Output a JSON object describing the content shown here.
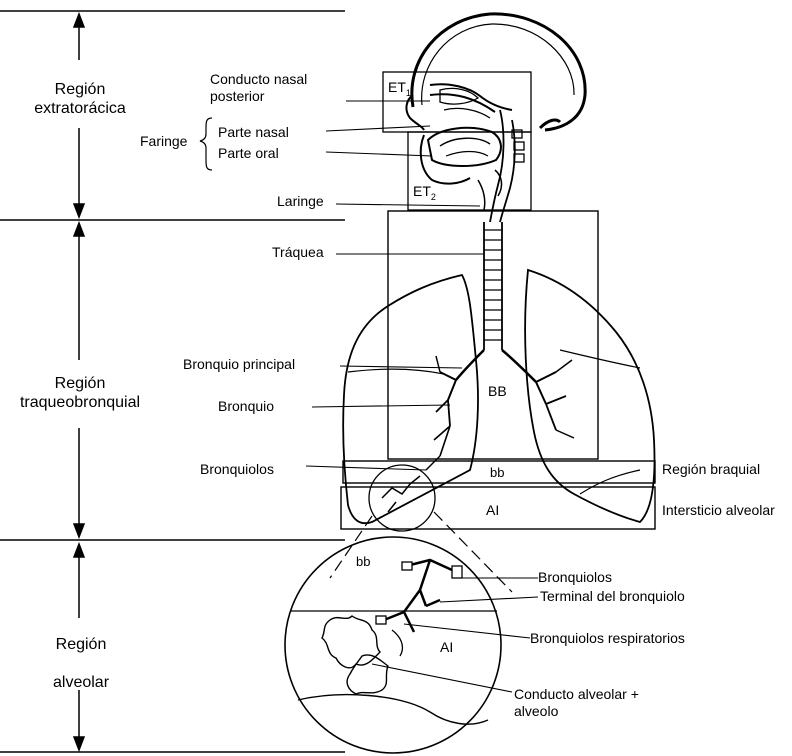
{
  "regions": {
    "extrathoracic": [
      "Región",
      "extratorácica"
    ],
    "tracheobronchial": [
      "Región",
      "traqueobronquial"
    ],
    "alveolar": [
      "Región",
      "alveolar"
    ]
  },
  "labels": {
    "nasal_duct": [
      "Conducto nasal",
      "posterior"
    ],
    "pharynx": "Faringe",
    "nasal_part": "Parte nasal",
    "oral_part": "Parte oral",
    "larynx": "Laringe",
    "trachea": "Tráquea",
    "main_bronchus": "Bronquio principal",
    "bronchus": "Bronquio",
    "bronchioles": "Bronquiolos",
    "bronchial_region": "Región braquial",
    "alveolar_interstitium": "Intersticio alveolar",
    "zoom_bronchioles": "Bronquiolos",
    "terminal_bronchiole": "Terminal del bronquiolo",
    "respiratory_bronchioles": "Bronquiolos respiratorios",
    "alveolar_duct": [
      "Conducto alveolar +",
      "alveolo"
    ]
  },
  "box_labels": {
    "et1": "ET",
    "et1_sub": "1",
    "et2": "ET",
    "et2_sub": "2",
    "bb_upper": "BB",
    "bb_lower": "bb",
    "ai": "AI",
    "zoom_bb": "bb",
    "zoom_ai": "AI"
  }
}
